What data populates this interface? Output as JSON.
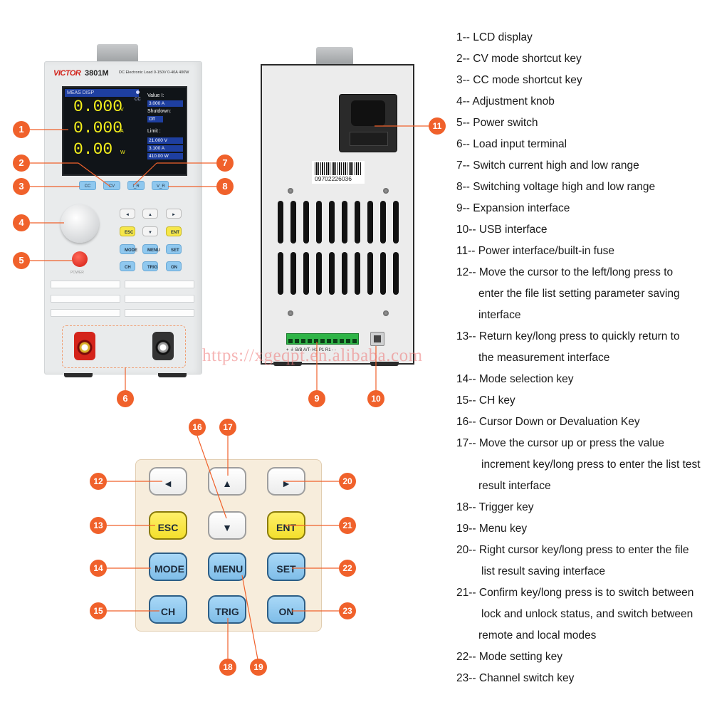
{
  "front_panel": {
    "brand": "VICTOR",
    "model": "3801M",
    "description": "DC Electronic Load 0-150V 0-40A 400W",
    "screen": {
      "header": "MEAS DISP",
      "mode_indicator": "CC",
      "readings": [
        {
          "value": "0.000",
          "unit": "V"
        },
        {
          "value": "0.000",
          "unit": "A"
        },
        {
          "value": "0.00",
          "unit": "W"
        }
      ],
      "value_label": "Value I:",
      "value_setting": "3.000  A",
      "shutdown_label": "Shutdown:",
      "shutdown_value": "Off",
      "limit_label": "Limit :",
      "limit_values": [
        "21.000  V",
        "3.100  A",
        "410.00  W"
      ]
    },
    "function_keys": [
      "CC",
      "CV",
      "I_R",
      "V_R"
    ],
    "small_keys": [
      "◄",
      "▲",
      "►",
      "ESC",
      "▼",
      "ENT",
      "MODE",
      "MENU",
      "SET",
      "CH",
      "TRIG",
      "ON"
    ],
    "power_label": "POWER"
  },
  "back_panel": {
    "barcode_number": "09702226036",
    "terminal_label": "+ ⏚ B/B A/T- H1 P1 R1 - -"
  },
  "keypad": {
    "keys": {
      "left": "◄",
      "up": "▲",
      "right": "►",
      "esc": "ESC",
      "down": "▼",
      "ent": "ENT",
      "mode": "MODE",
      "menu": "MENU",
      "set": "SET",
      "ch": "CH",
      "trig": "TRIG",
      "on": "ON"
    }
  },
  "callouts": [
    "1",
    "2",
    "3",
    "4",
    "5",
    "6",
    "7",
    "8",
    "9",
    "10",
    "11",
    "12",
    "13",
    "14",
    "15",
    "16",
    "17",
    "18",
    "19",
    "20",
    "21",
    "22",
    "23"
  ],
  "legend": [
    [
      "1-- LCD display"
    ],
    [
      "2-- CV mode shortcut key"
    ],
    [
      "3-- CC mode shortcut key"
    ],
    [
      "4-- Adjustment knob"
    ],
    [
      "5-- Power switch"
    ],
    [
      "6-- Load input terminal"
    ],
    [
      "7-- Switch current high and low range"
    ],
    [
      "8-- Switching voltage high and low range"
    ],
    [
      "9-- Expansion interface"
    ],
    [
      "10-- USB interface"
    ],
    [
      "11-- Power interface/built-in fuse"
    ],
    [
      "12-- Move the cursor to the left/long press to",
      "enter the file list setting parameter saving",
      "interface"
    ],
    [
      "13-- Return key/long press to quickly return to",
      "the measurement interface"
    ],
    [
      "14-- Mode selection key"
    ],
    [
      "15-- CH key"
    ],
    [
      "16-- Cursor Down or Devaluation Key"
    ],
    [
      "17-- Move the cursor up or press the value",
      "increment key/long press to enter the list test",
      "result interface"
    ],
    [
      "18-- Trigger key"
    ],
    [
      "19-- Menu key"
    ],
    [
      "20-- Right cursor key/long press to enter the file",
      "list result saving interface"
    ],
    [
      "21-- Confirm key/long press is to switch between",
      "lock and unlock status, and switch between",
      "remote and local modes"
    ],
    [
      "22-- Mode setting key"
    ],
    [
      "23-- Channel switch key"
    ]
  ],
  "watermark": "https://xgeqpt.en.alibaba.com",
  "colors": {
    "callout": "#f0612b",
    "key_yellow": "#f3df2c",
    "key_blue": "#7fbde8",
    "lcd_value": "#f5f01c"
  }
}
